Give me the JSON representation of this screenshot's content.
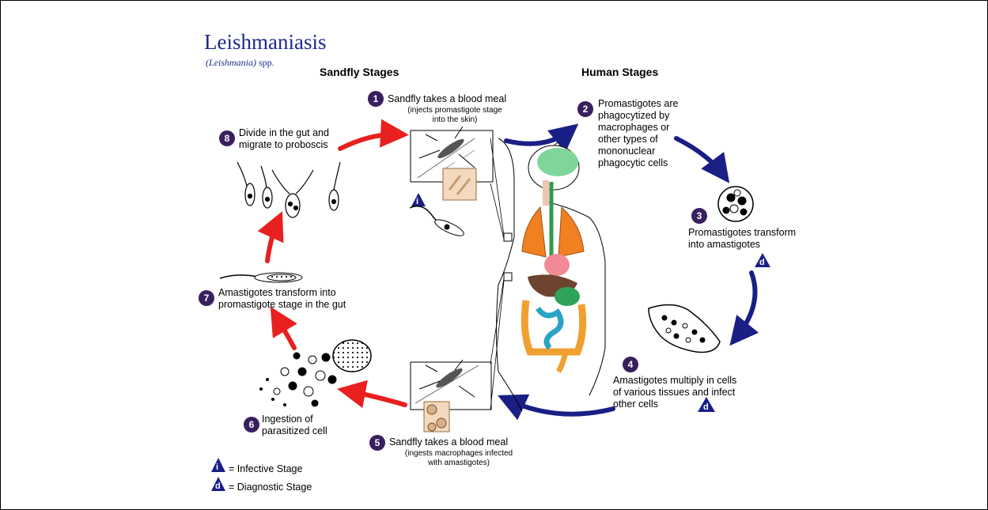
{
  "title": "Leishmaniasis",
  "species_italic": "(Leishmania)",
  "species_rest": " spp.",
  "headers": {
    "sandfly": "Sandfly Stages",
    "human": "Human Stages"
  },
  "steps": [
    {
      "n": "1",
      "label": "Sandfly takes a blood meal",
      "sub": "(injects promastigote stage\ninto the skin)"
    },
    {
      "n": "2",
      "label": "Promastigotes are\nphagocytized by\nmacrophages or\nother types of\nmononuclear\nphagocytic cells"
    },
    {
      "n": "3",
      "label": "Promastigotes transform\ninto amastigotes"
    },
    {
      "n": "4",
      "label": "Amastigotes multiply in cells\nof various tissues and infect\nother cells"
    },
    {
      "n": "5",
      "label": "Sandfly takes a blood meal",
      "sub": "(ingests macrophages infected\nwith amastigotes)"
    },
    {
      "n": "6",
      "label": "Ingestion of\nparasitized cell"
    },
    {
      "n": "7",
      "label": "Amastigotes transform into\npromastigote stage in the gut"
    },
    {
      "n": "8",
      "label": "Divide in the gut and\nmigrate to proboscis"
    }
  ],
  "stage_markers": {
    "infective": "i",
    "diagnostic": "d"
  },
  "legend": {
    "infective": "= Infective Stage",
    "diagnostic": "= Diagnostic Stage"
  },
  "colors": {
    "human_cycle_arrow": "#1a1f86",
    "sandfly_cycle_arrow": "#e8201f",
    "step_badge": "#3a1f5e",
    "title": "#1f2a8a"
  }
}
